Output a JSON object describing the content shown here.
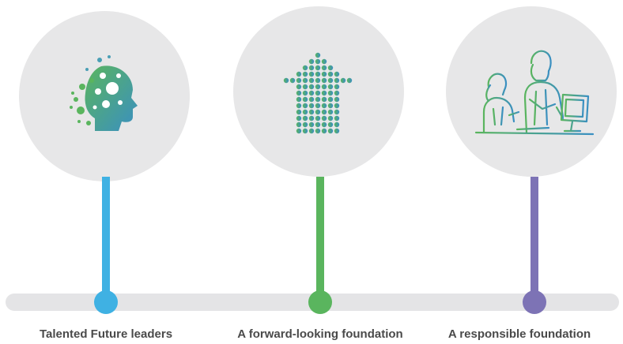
{
  "milestones": [
    {
      "label": "Talented Future leaders",
      "color": "#3fb1e3",
      "icon": "head-dots-icon"
    },
    {
      "label": "A forward-looking foundation",
      "color": "#5ab55e",
      "icon": "dotted-up-arrow-icon"
    },
    {
      "label": "A responsible foundation",
      "color": "#7d73b5",
      "icon": "people-at-computer-icon"
    }
  ]
}
